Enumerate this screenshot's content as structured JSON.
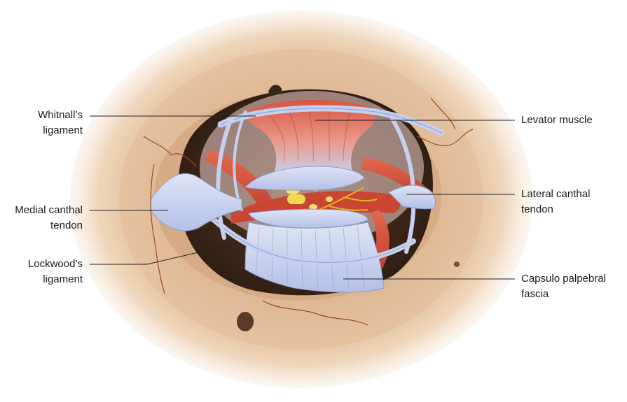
{
  "labels": {
    "whitnalls_ligament": [
      "Whitnall’s",
      "ligament"
    ],
    "medial_canthal_tendon": [
      "Medial canthal",
      "tendon"
    ],
    "lockwoods_ligament": [
      "Lockwood’s",
      "ligament"
    ],
    "levator_muscle": [
      "Levator muscle"
    ],
    "lateral_canthal_tendon": [
      "Lateral canthal",
      "tendon"
    ],
    "capsulo_palpebral_fascia": [
      "Capsulo palpebral",
      "fascia"
    ]
  },
  "colors": {
    "bone": "#efd3b5",
    "bone_shadow": "#c99d76",
    "cavity": "#3d2a1e",
    "muscle": "#d9553f",
    "ligament": "#c9d3ee",
    "ligament_edge": "#8e9ccc",
    "fat": "#f2dc6b",
    "nerve": "#e2b321",
    "vessel": "#9a4b1f"
  }
}
